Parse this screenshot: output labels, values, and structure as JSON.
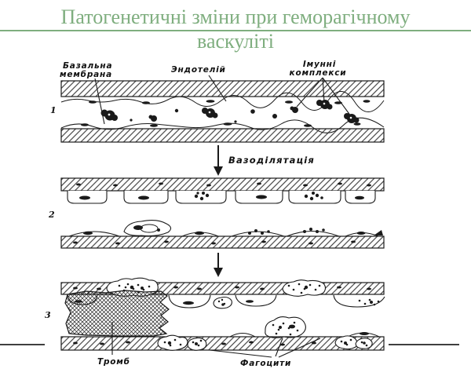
{
  "slide": {
    "title_line1": "Патогенетичні зміни при геморагічному",
    "title_line2": "васкуліті",
    "accent_color": "#7fae7f",
    "ink_color": "#1a1a1a"
  },
  "diagram": {
    "stage_numbers": {
      "s1": "1",
      "s2": "2",
      "s3": "3"
    },
    "labels": {
      "basal_membrane_1": "Базальна",
      "basal_membrane_2": "мембрана",
      "endothelium": "Эндотелій",
      "immune_complexes_1": "Імунні",
      "immune_complexes_2": "комплекси",
      "vasodilation": "Вазоділятація",
      "thrombus": "Тромб",
      "phagocytes": "Фагоцити"
    }
  }
}
